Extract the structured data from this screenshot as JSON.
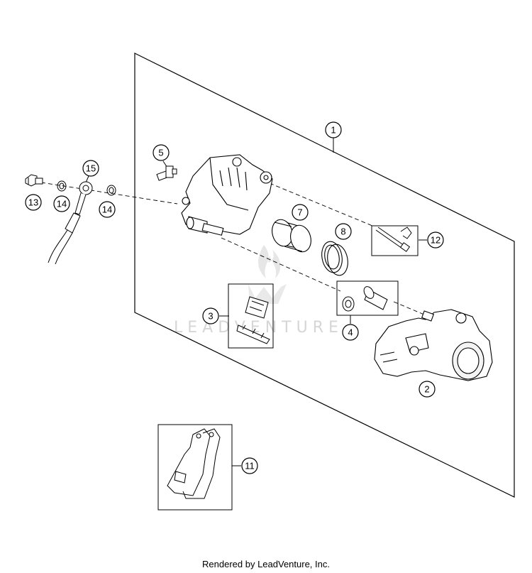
{
  "callouts": {
    "c1": "1",
    "c2": "2",
    "c3": "3",
    "c4": "4",
    "c5": "5",
    "c7": "7",
    "c8": "8",
    "c11": "11",
    "c12": "12",
    "c13": "13",
    "c14a": "14",
    "c14b": "14",
    "c15": "15"
  },
  "watermark": "LEADVENTURE",
  "footer": "Rendered by LeadVenture, Inc."
}
